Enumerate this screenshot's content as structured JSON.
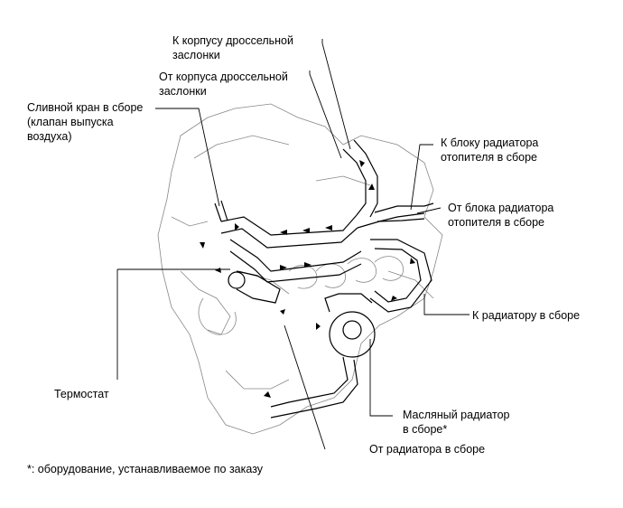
{
  "labels": {
    "to_throttle_body": [
      "К корпусу дроссельной",
      "заслонки"
    ],
    "from_throttle_body": [
      "От корпуса дроссельной",
      "заслонки"
    ],
    "drain_cock": [
      "Сливной кран в сборе",
      "(клапан выпуска",
      "воздуха)"
    ],
    "to_heater_radiator": [
      "К блоку радиатора",
      "отопителя в сборе"
    ],
    "from_heater_radiator": [
      "От блока радиатора",
      "отопителя в сборе"
    ],
    "to_radiator": "К радиатору в сборе",
    "thermostat": "Термостат",
    "oil_cooler": [
      "Масляный радиатор",
      "в сборе*"
    ],
    "from_radiator": "От радиатора в сборе"
  },
  "footnote": "*: оборудование, устанавливаемое по заказу"
}
